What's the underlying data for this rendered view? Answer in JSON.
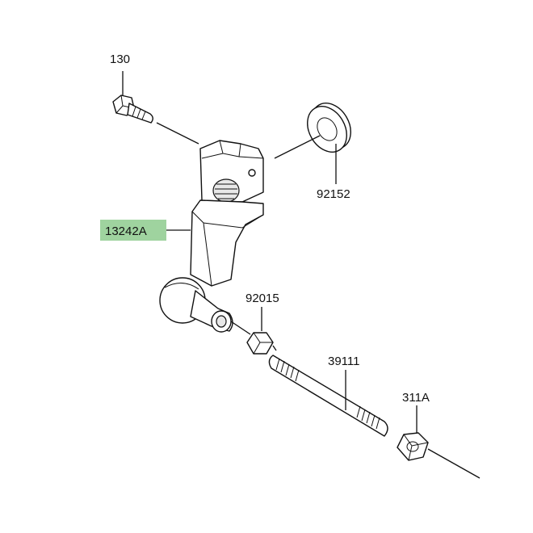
{
  "colors": {
    "highlight": "#9fd39f",
    "line": "#111111",
    "background": "#ffffff"
  },
  "labels": {
    "bolt": "130",
    "washer": "92152",
    "lever": "13242A",
    "nut_small": "92015",
    "rod": "39111",
    "nut_large": "311A"
  }
}
